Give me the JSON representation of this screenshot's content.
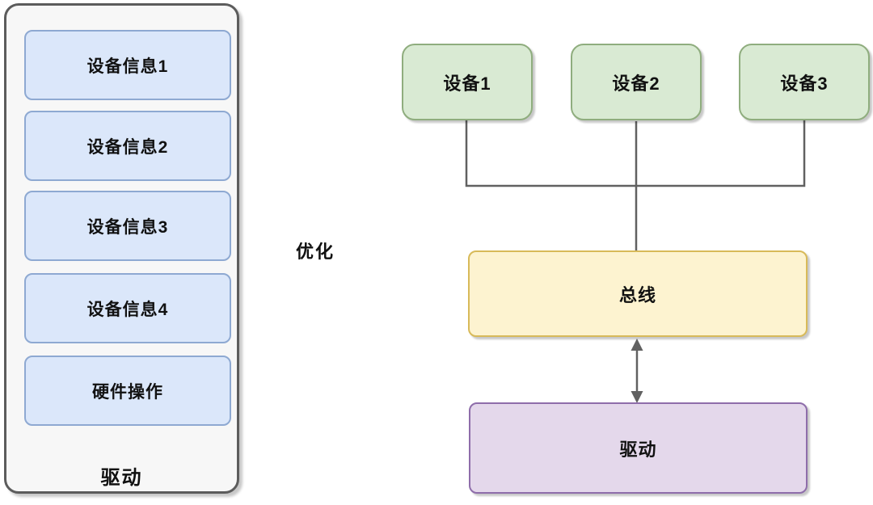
{
  "diagram": {
    "left_panel": {
      "label": "驱动",
      "items": [
        {
          "label": "设备信息1"
        },
        {
          "label": "设备信息2"
        },
        {
          "label": "设备信息3"
        },
        {
          "label": "设备信息4"
        },
        {
          "label": "硬件操作"
        }
      ]
    },
    "transition_label": "优化",
    "right_panel": {
      "devices": [
        {
          "label": "设备1"
        },
        {
          "label": "设备2"
        },
        {
          "label": "设备3"
        }
      ],
      "bus_label": "总线",
      "driver_label": "驱动"
    },
    "colors": {
      "panel_fill": "#f7f7f7",
      "panel_border": "#5c5c5c",
      "device_info_fill": "#dbe7fa",
      "device_info_border": "#8ea9d2",
      "device_fill": "#d9ead3",
      "device_border": "#8fad7e",
      "bus_fill": "#fdf3d0",
      "bus_border": "#d8ba59",
      "driver_fill": "#e4d8eb",
      "driver_border": "#8e6daa",
      "connector": "#616161"
    }
  }
}
